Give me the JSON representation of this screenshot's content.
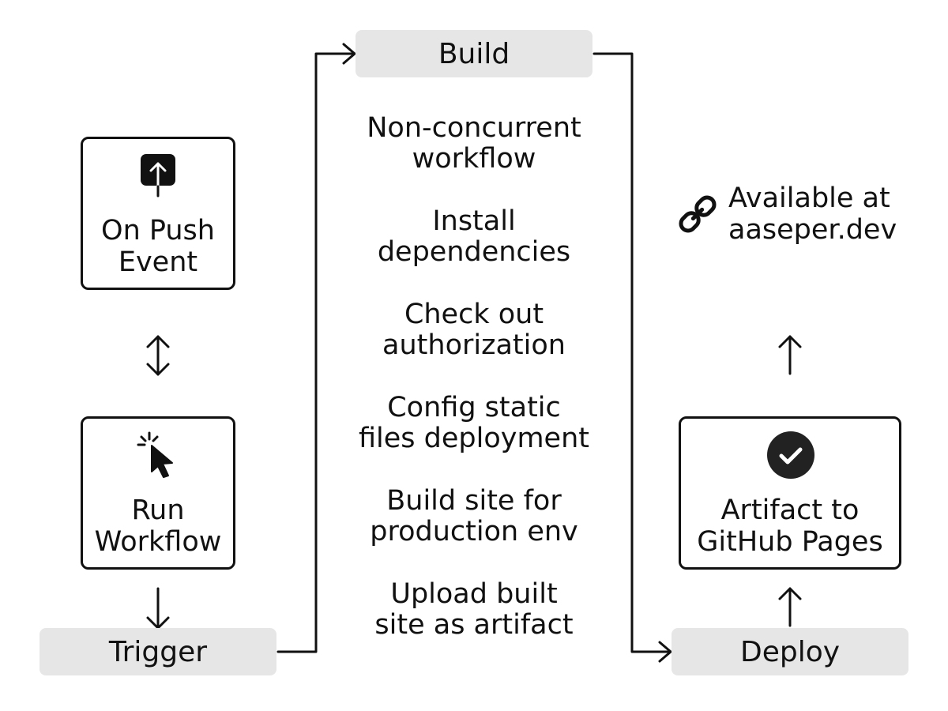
{
  "stages": {
    "build": "Build",
    "trigger": "Trigger",
    "deploy": "Deploy"
  },
  "boxes": {
    "push_event": {
      "line1": "On Push",
      "line2": "Event",
      "icon": "upload-icon"
    },
    "run_workflow": {
      "line1": "Run",
      "line2": "Workflow",
      "icon": "cursor-click-icon"
    },
    "artifact_pages": {
      "line1": "Artifact to",
      "line2": "GitHub Pages",
      "icon": "check-circle-icon"
    }
  },
  "build_steps": [
    {
      "line1": "Non-concurrent",
      "line2": "workflow"
    },
    {
      "line1": "Install",
      "line2": "dependencies"
    },
    {
      "line1": "Check out",
      "line2": "authorization"
    },
    {
      "line1": "Config static",
      "line2": "files deployment"
    },
    {
      "line1": "Build site for",
      "line2": "production env"
    },
    {
      "line1": "Upload built",
      "line2": "site as artifact"
    }
  ],
  "availability": {
    "line1": "Available at",
    "line2": "aaseper.dev",
    "icon": "link-icon"
  },
  "colors": {
    "stage_fill": "#e6e6e6",
    "stroke": "#111111",
    "text": "#111111",
    "icon_fill": "#222222"
  }
}
